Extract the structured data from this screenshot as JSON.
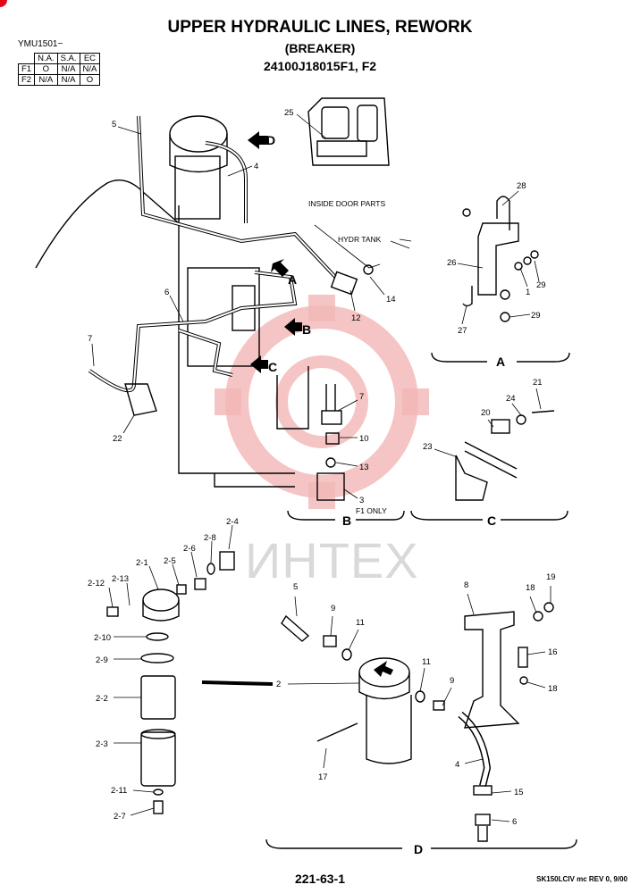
{
  "header": {
    "title": "UPPER HYDRAULIC LINES, REWORK",
    "subtitle": "(BREAKER)",
    "part_number": "24100J18015F1, F2",
    "model_range": "YMU1501~"
  },
  "applicability": {
    "columns": [
      "N.A.",
      "S.A.",
      "EC"
    ],
    "rows": [
      {
        "label": "F1",
        "values": [
          "O",
          "N/A",
          "N/A"
        ]
      },
      {
        "label": "F2",
        "values": [
          "N/A",
          "N/A",
          "O"
        ]
      }
    ]
  },
  "notes": {
    "inside_door": "INSIDE DOOR PARTS",
    "hydr_tank": "HYDR TANK",
    "f1_only": "F1 ONLY"
  },
  "callouts": {
    "c25": "25",
    "c5a": "5",
    "c4a": "4",
    "c6a": "6",
    "c7a": "7",
    "c22": "22",
    "c12": "12",
    "c14": "14",
    "c28": "28",
    "c26": "26",
    "c1": "1",
    "c29a": "29",
    "c29b": "29",
    "c27": "27",
    "c7b": "7",
    "c10": "10",
    "c13": "13",
    "c3": "3",
    "c24": "24",
    "c21": "21",
    "c20": "20",
    "c23": "23",
    "p2_4": "2-4",
    "p2_8": "2-8",
    "p2_6": "2-6",
    "p2_5": "2-5",
    "p2_1": "2-1",
    "p2_12": "2-12",
    "p2_13": "2-13",
    "p2_10": "2-10",
    "p2_9": "2-9",
    "p2_2": "2-2",
    "p2_3": "2-3",
    "p2_11": "2-11",
    "p2_7": "2-7",
    "p2": "2",
    "d5": "5",
    "d9a": "9",
    "d11a": "11",
    "d11b": "11",
    "d9b": "9",
    "d8": "8",
    "d18a": "18",
    "d19": "19",
    "d16": "16",
    "d18b": "18",
    "d17": "17",
    "d4": "4",
    "d15": "15",
    "d6": "6"
  },
  "views": {
    "A": "A",
    "B": "B",
    "C": "C",
    "D": "D"
  },
  "footer": {
    "page": "221-63-1",
    "revision": "SK150LCIV mc REV 0, 9/00"
  },
  "watermark": "ИНТЕХ",
  "colors": {
    "ink": "#000000",
    "watermark": "#f3b6b6"
  }
}
